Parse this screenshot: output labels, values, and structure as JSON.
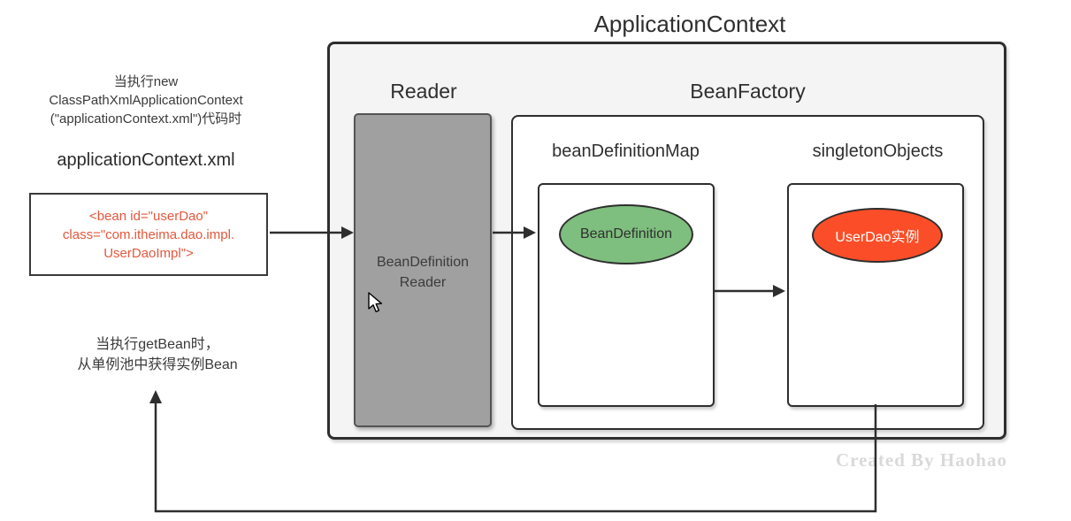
{
  "diagram": {
    "title": "ApplicationContext",
    "watermark": "Created By Haohao",
    "left_panel": {
      "new_note": "当执行new\nClassPathXmlApplicationContext\n(\"applicationContext.xml\")代码时",
      "xml_label": "applicationContext.xml",
      "xml_code": "<bean id=\"userDao\"\nclass=\"com.itheima.dao.impl.\nUserDaoImpl\">",
      "getbean_note": "当执行getBean时，\n从单例池中获得实例Bean"
    },
    "reader": {
      "heading": "Reader",
      "box_label": "BeanDefinition\nReader"
    },
    "bean_factory": {
      "heading": "BeanFactory",
      "bean_definition_map": {
        "label": "beanDefinitionMap",
        "ellipse_label": "BeanDefinition"
      },
      "singleton_objects": {
        "label": "singletonObjects",
        "ellipse_label": "UserDao实例"
      }
    },
    "colors": {
      "outer_fill": "#f4f4f4",
      "gray_box": "#a0a0a0",
      "green": "#7ebe7e",
      "red": "#fb4e28",
      "xml_text": "#e4573d",
      "line": "#2e2e2e",
      "watermark": "#d9d9d9"
    }
  }
}
